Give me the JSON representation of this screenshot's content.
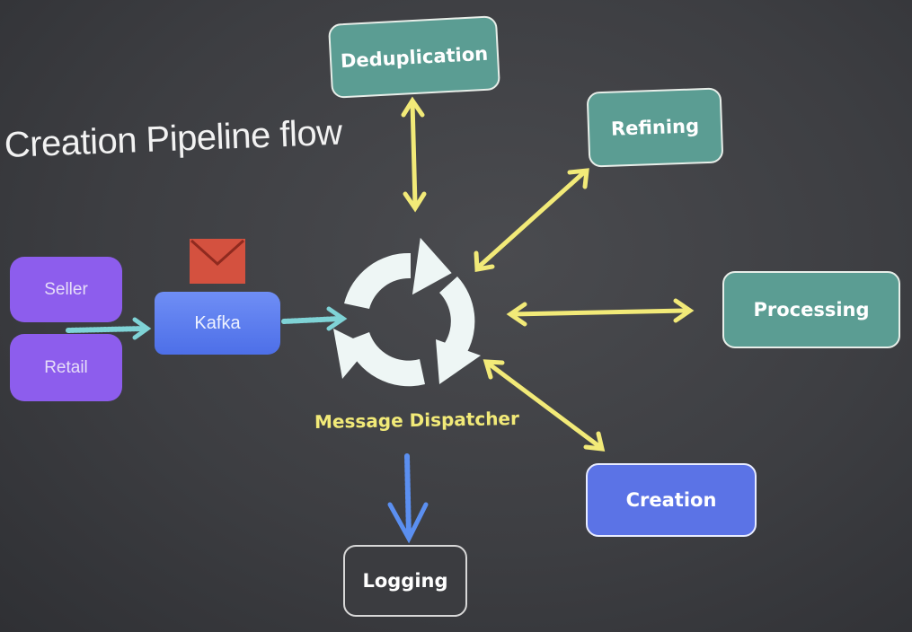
{
  "slide": {
    "title": "Creation Pipeline flow"
  },
  "sources": {
    "seller": "Seller",
    "retail": "Retail"
  },
  "queue": {
    "label": "Kafka",
    "icon": "envelope-icon"
  },
  "dispatcher": {
    "label": "Message Dispatcher",
    "icon": "cycle-arrows-icon"
  },
  "services": {
    "deduplication": "Deduplication",
    "refining": "Refining",
    "processing": "Processing",
    "creation": "Creation",
    "logging": "Logging"
  },
  "colors": {
    "background": "#414246",
    "teal_box": "#5b9d93",
    "blue_box": "#5b73e6",
    "purple_box": "#8d5ded",
    "arrow_yellow": "#f2ea78",
    "arrow_cyan": "#7fd3d6",
    "arrow_blue": "#5b8ff0",
    "envelope_red": "#d4513f"
  }
}
